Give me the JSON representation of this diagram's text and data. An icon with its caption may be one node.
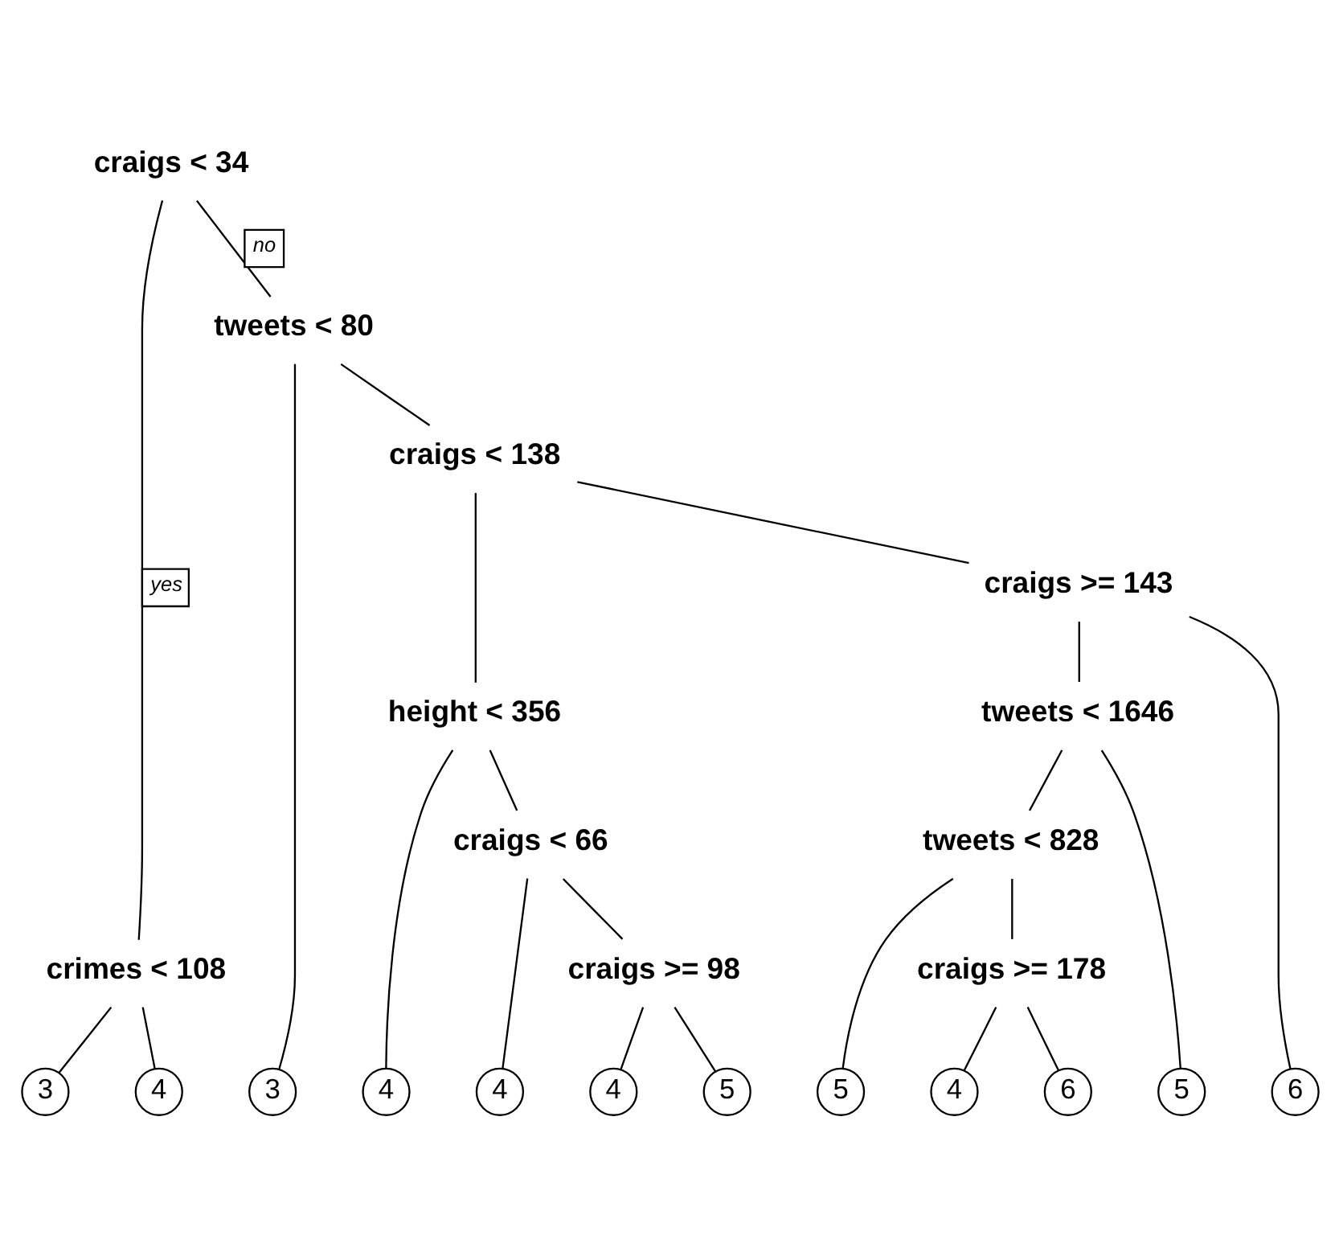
{
  "diagram": {
    "nodes": [
      {
        "text": [
          "craigs < 34"
        ]
      },
      {
        "text": [
          "crimes < 108"
        ]
      },
      {
        "text": [
          "tweets < 80"
        ]
      },
      {
        "text": [
          "craigs < 138"
        ]
      },
      {
        "text": [
          "height < 356"
        ]
      },
      {
        "text": [
          "craigs >= 143"
        ]
      },
      {
        "text": [
          "craigs < 66"
        ]
      },
      {
        "text": [
          "tweets < 1646"
        ]
      },
      {
        "text": [
          "craigs >= 98"
        ]
      },
      {
        "text": [
          "tweets < 828"
        ]
      },
      {
        "text": [
          "craigs >= 178"
        ]
      },
      {
        "text": [
          "3"
        ]
      },
      {
        "text": [
          "4"
        ]
      },
      {
        "text": [
          "3"
        ]
      },
      {
        "text": [
          "4"
        ]
      },
      {
        "text": [
          "4"
        ]
      },
      {
        "text": [
          "4"
        ]
      },
      {
        "text": [
          "5"
        ]
      },
      {
        "text": [
          "5"
        ]
      },
      {
        "text": [
          "4"
        ]
      },
      {
        "text": [
          "6"
        ]
      },
      {
        "text": [
          "5"
        ]
      },
      {
        "text": [
          "6"
        ]
      }
    ],
    "edges": [
      {
        "from": 0,
        "to": 1,
        "arrow": "none",
        "label": "yes"
      },
      {
        "from": 0,
        "to": 2,
        "arrow": "none",
        "label": "no"
      },
      {
        "from": 1,
        "to": 11,
        "arrow": "none"
      },
      {
        "from": 1,
        "to": 12,
        "arrow": "none"
      },
      {
        "from": 2,
        "to": 13,
        "arrow": "none"
      },
      {
        "from": 2,
        "to": 3,
        "arrow": "none"
      },
      {
        "from": 3,
        "to": 4,
        "arrow": "none"
      },
      {
        "from": 3,
        "to": 5,
        "arrow": "none"
      },
      {
        "from": 4,
        "to": 14,
        "arrow": "none"
      },
      {
        "from": 4,
        "to": 6,
        "arrow": "none"
      },
      {
        "from": 6,
        "to": 15,
        "arrow": "none"
      },
      {
        "from": 6,
        "to": 8,
        "arrow": "none"
      },
      {
        "from": 8,
        "to": 16,
        "arrow": "none"
      },
      {
        "from": 8,
        "to": 17,
        "arrow": "none"
      },
      {
        "from": 5,
        "to": 7,
        "arrow": "none"
      },
      {
        "from": 5,
        "to": 22,
        "arrow": "none"
      },
      {
        "from": 7,
        "to": 9,
        "arrow": "none"
      },
      {
        "from": 7,
        "to": 21,
        "arrow": "none"
      },
      {
        "from": 9,
        "to": 18,
        "arrow": "none"
      },
      {
        "from": 9,
        "to": 10,
        "arrow": "none"
      },
      {
        "from": 10,
        "to": 19,
        "arrow": "none"
      },
      {
        "from": 10,
        "to": 20,
        "arrow": "none"
      }
    ]
  }
}
